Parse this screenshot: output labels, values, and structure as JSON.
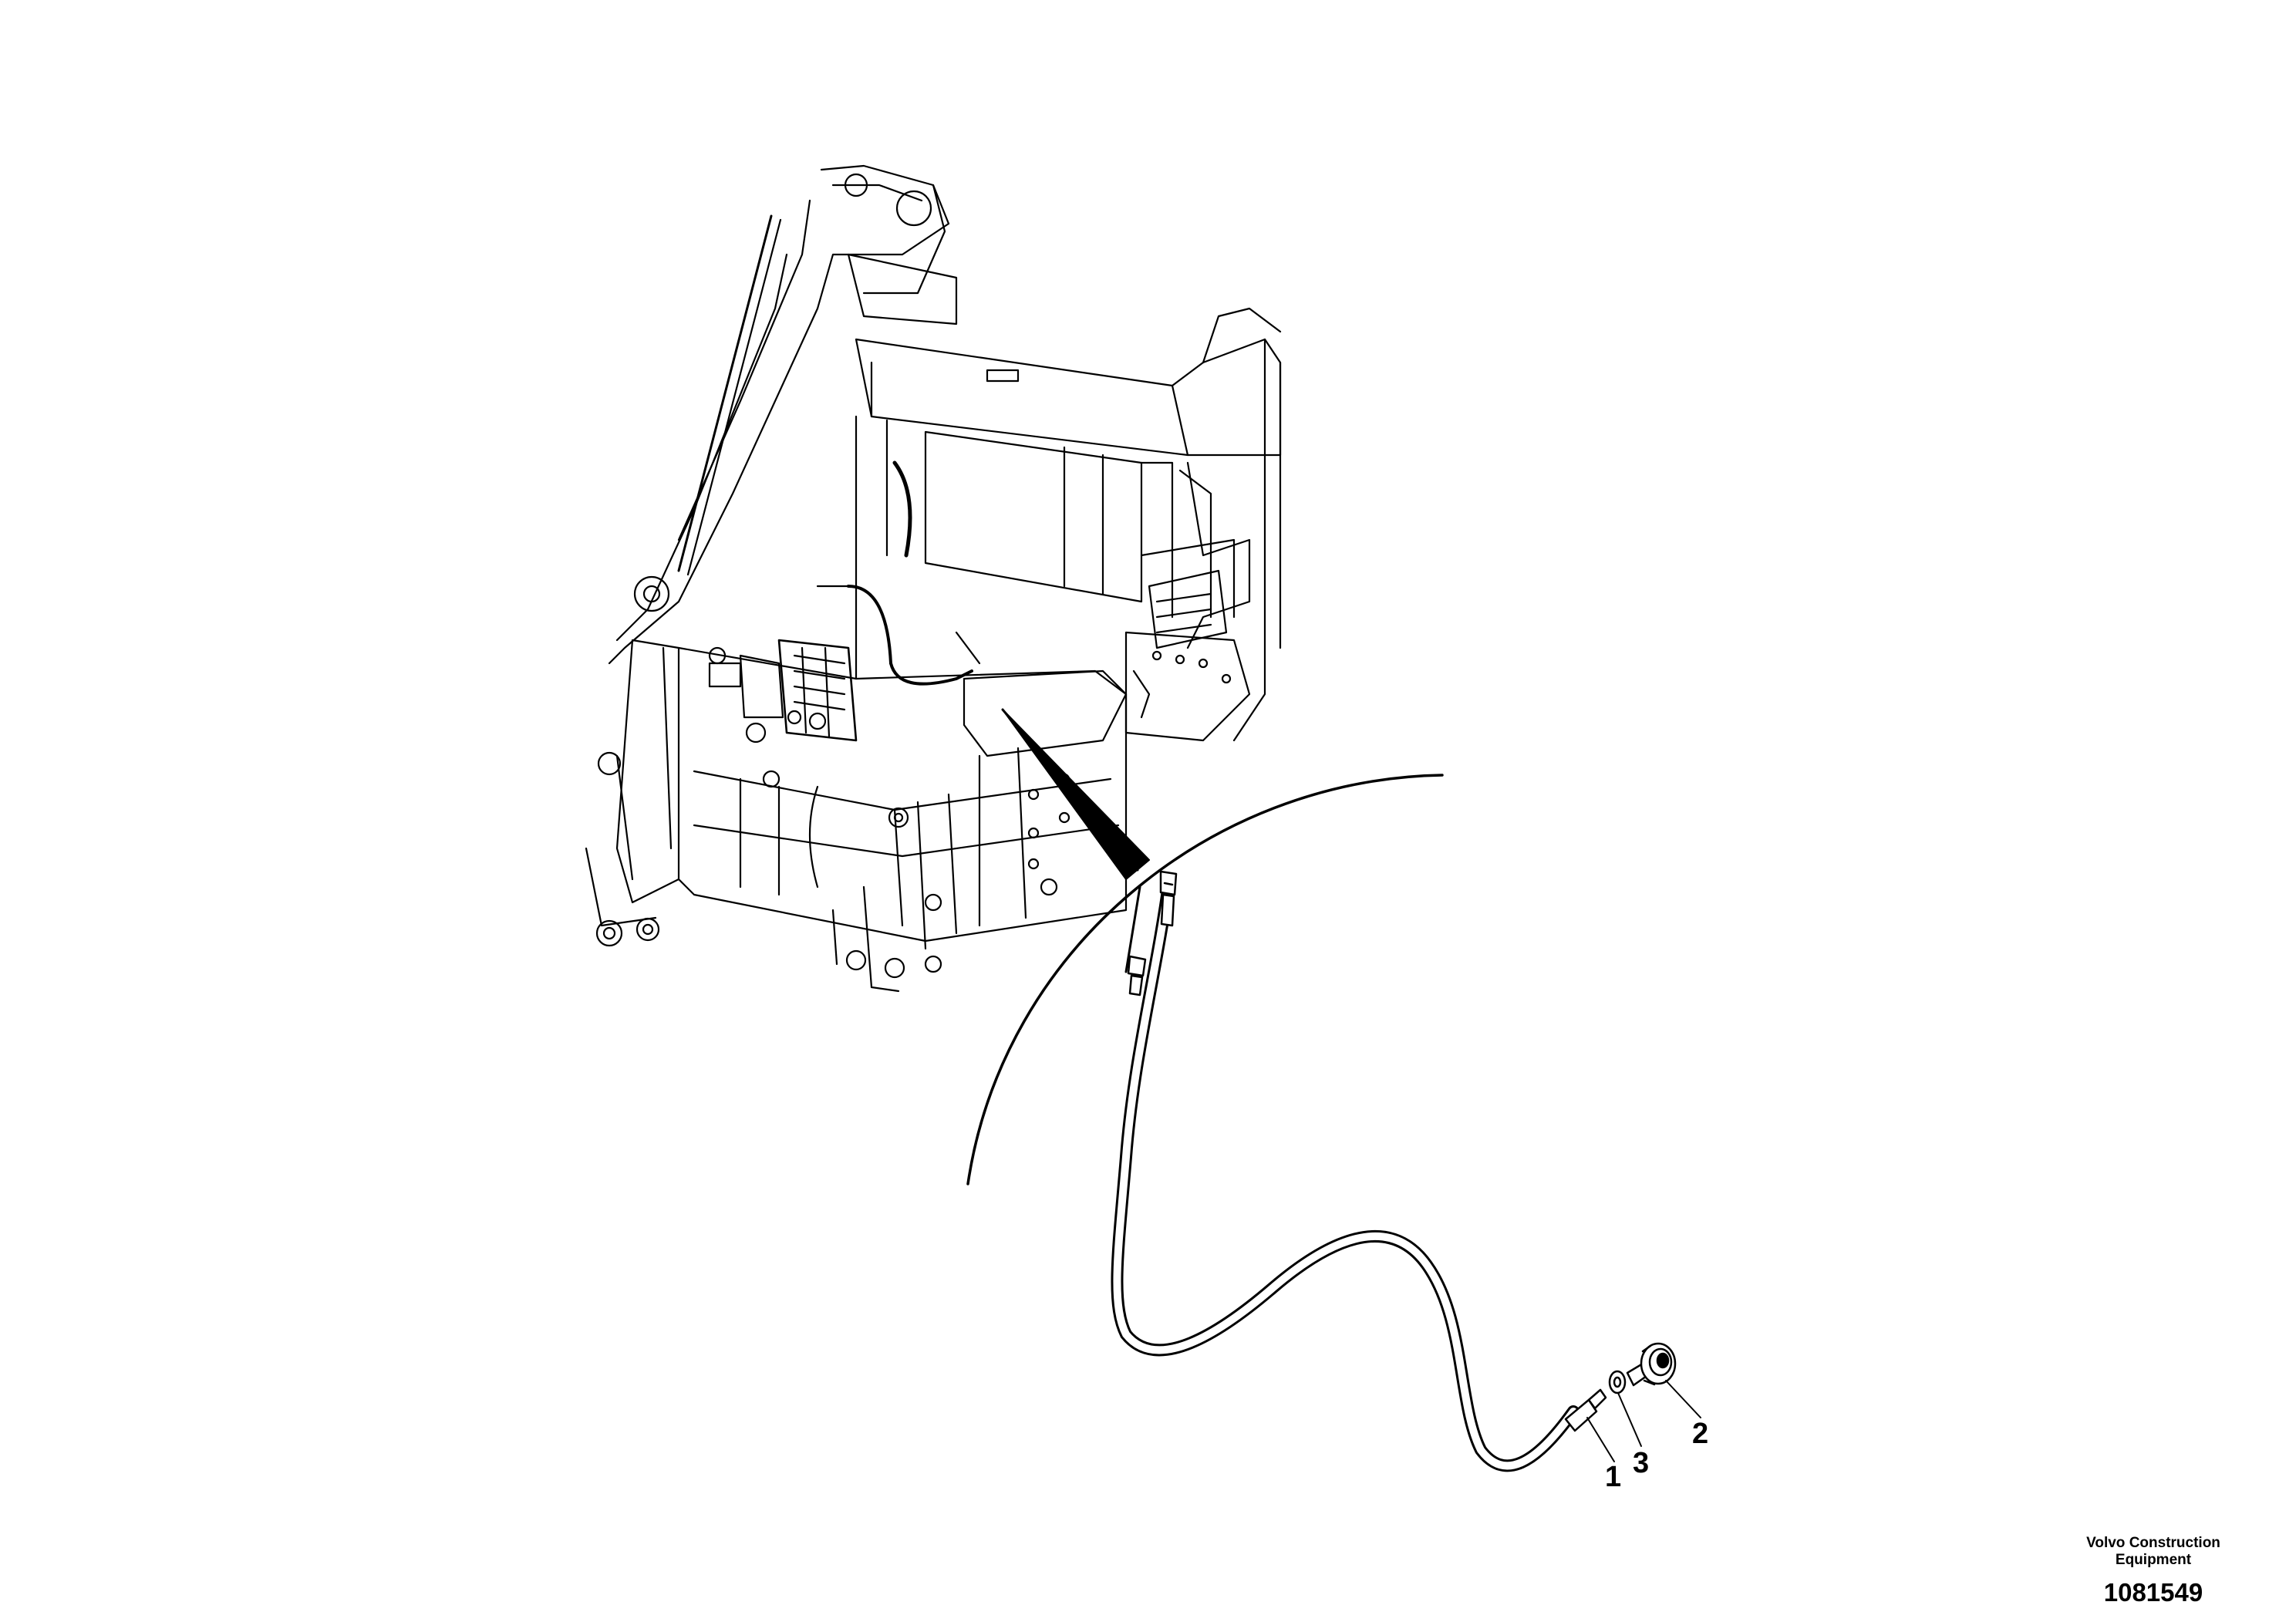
{
  "diagram": {
    "callouts": [
      {
        "id": "1",
        "label": "1"
      },
      {
        "id": "3",
        "label": "3"
      },
      {
        "id": "2",
        "label": "2"
      }
    ]
  },
  "credit": {
    "maker_line1": "Volvo Construction",
    "maker_line2": "Equipment",
    "drawing_number": "1081549"
  },
  "colors": {
    "line": "#000000",
    "background": "#ffffff"
  }
}
